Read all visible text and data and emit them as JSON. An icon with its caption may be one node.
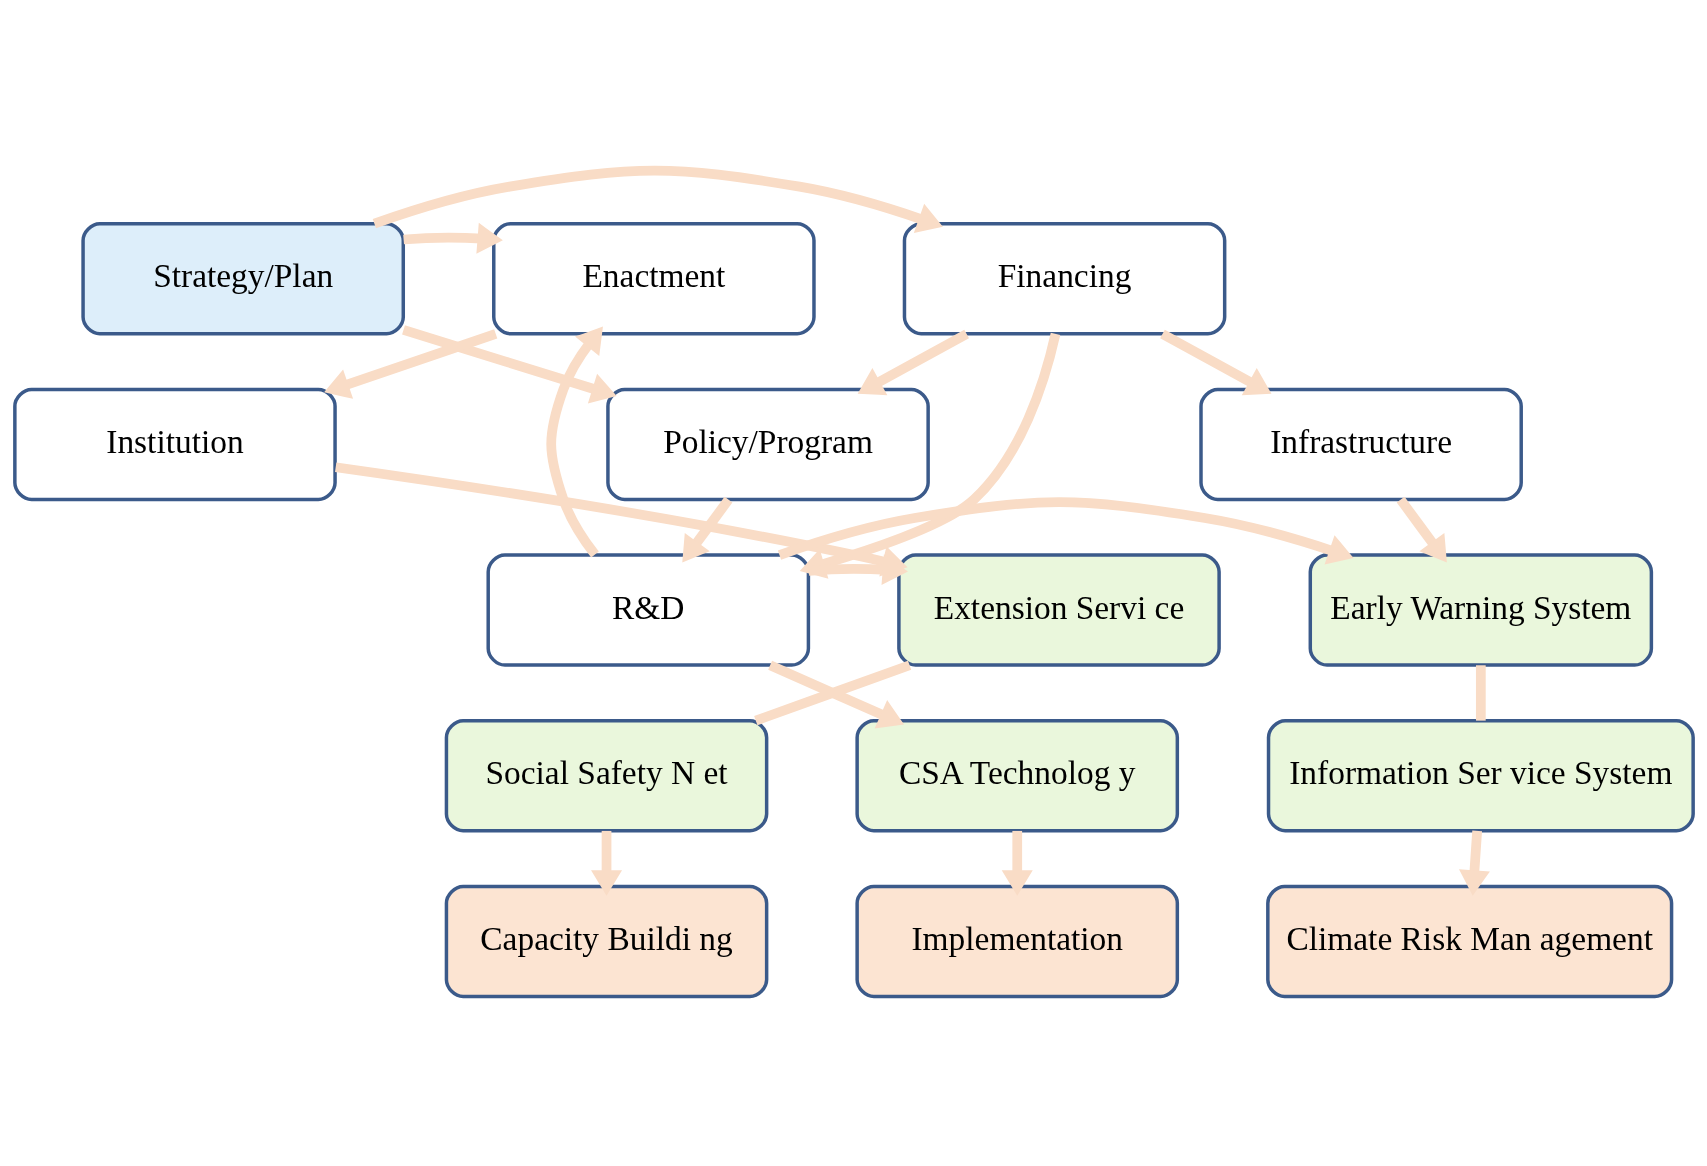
{
  "diagram": {
    "nodes": [
      {
        "text": [
          "Strategy/Plan"
        ]
      },
      {
        "text": [
          "Enactment"
        ]
      },
      {
        "text": [
          "Financing"
        ]
      },
      {
        "text": [
          "Policy/Program"
        ]
      },
      {
        "text": [
          "Institution"
        ]
      },
      {
        "text": [
          "Infrastructure"
        ]
      },
      {
        "text": [
          "R&D"
        ]
      },
      {
        "text": [
          "Extension Servi ce"
        ]
      },
      {
        "text": [
          "Early Warning System"
        ]
      },
      {
        "text": [
          "CSA Technolog y"
        ]
      },
      {
        "text": [
          "Social Safety N et"
        ]
      },
      {
        "text": [
          "Information Ser vice System"
        ]
      },
      {
        "text": [
          "Implementation"
        ]
      },
      {
        "text": [
          "Capacity Buildi ng"
        ]
      },
      {
        "text": [
          "Climate Risk Man agement"
        ]
      }
    ],
    "edges": [
      {
        "from": 0,
        "to": 1,
        "arrow": "to"
      },
      {
        "from": 0,
        "to": 2,
        "arrow": "to"
      },
      {
        "from": 0,
        "to": 3,
        "arrow": "to"
      },
      {
        "from": 1,
        "to": 4,
        "arrow": "to"
      },
      {
        "from": 2,
        "to": 5,
        "arrow": "to"
      },
      {
        "from": 2,
        "to": 3,
        "arrow": "to"
      },
      {
        "from": 2,
        "to": 6,
        "arrow": "to"
      },
      {
        "from": 3,
        "to": 6,
        "arrow": "to"
      },
      {
        "from": 6,
        "to": 1,
        "arrow": "to"
      },
      {
        "from": 4,
        "to": 7,
        "arrow": "to"
      },
      {
        "from": 5,
        "to": 8,
        "arrow": "to"
      },
      {
        "from": 6,
        "to": 7,
        "arrow": "to"
      },
      {
        "from": 6,
        "to": 8,
        "arrow": "to"
      },
      {
        "from": 6,
        "to": 9,
        "arrow": "to"
      },
      {
        "from": 7,
        "to": 10,
        "arrow": "none"
      },
      {
        "from": 8,
        "to": 11,
        "arrow": "none"
      },
      {
        "from": 9,
        "to": 12,
        "arrow": "to"
      },
      {
        "from": 10,
        "to": 13,
        "arrow": "to"
      },
      {
        "from": 11,
        "to": 14,
        "arrow": "to"
      }
    ]
  }
}
